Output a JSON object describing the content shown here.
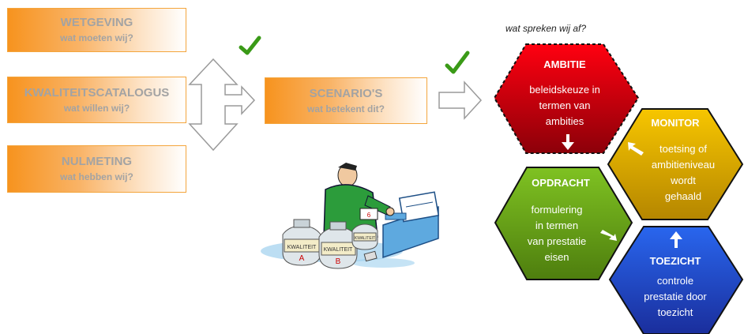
{
  "boxes": {
    "wetgeving": {
      "title": "WETGEVING",
      "subtitle": "wat moeten wij?"
    },
    "kwaliteitscatalogus": {
      "title": "KWALITEITSCATALOGUS",
      "subtitle": "wat willen wij?"
    },
    "nulmeting": {
      "title": "NULMETING",
      "subtitle": "wat hebben wij?"
    },
    "scenarios": {
      "title": "SCENARIO'S",
      "subtitle": "wat betekent dit?"
    }
  },
  "question": "wat spreken wij af?",
  "hexagons": {
    "ambitie": {
      "title": "AMBITIE",
      "lines": [
        "beleidskeuze in",
        "termen van",
        "ambities"
      ],
      "color": "#d9000d"
    },
    "monitor": {
      "title": "MONITOR",
      "lines": [
        "toetsing of",
        "ambitieniveau",
        "wordt",
        "gehaald"
      ],
      "color": "#e5b300"
    },
    "opdracht": {
      "title": "OPDRACHT",
      "lines": [
        "formulering",
        "in termen",
        "van prestatie",
        "eisen"
      ],
      "color": "#6aa319"
    },
    "toezicht": {
      "title": "TOEZICHT",
      "lines": [
        "controle",
        "prestatie door",
        "toezicht"
      ],
      "color": "#1f4fd0"
    }
  },
  "illustration": {
    "jar_labels": [
      "KWALITEIT",
      "A",
      "KWALITEIT",
      "B",
      "KWALITEIT"
    ],
    "tag_label": "6"
  },
  "colors": {
    "orange": "#f7931e",
    "check": "#3a9a17",
    "arrow_outline": "#9a9a9a"
  }
}
